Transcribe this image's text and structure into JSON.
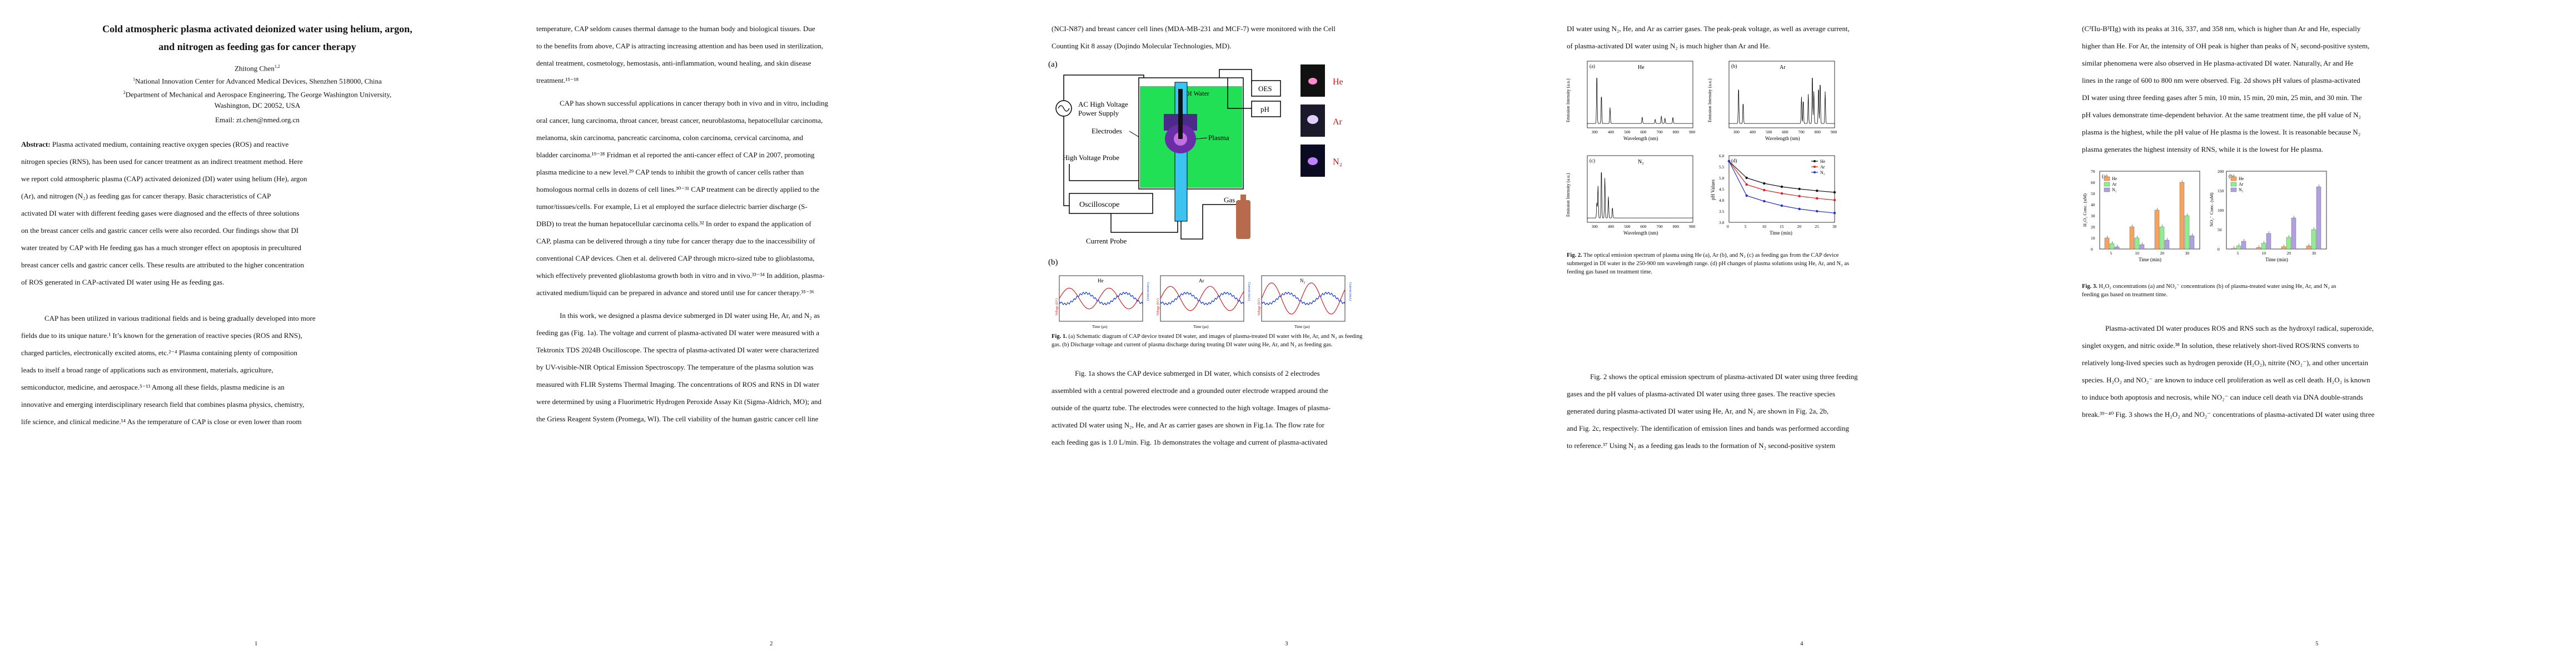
{
  "page1": {
    "title_line1": "Cold atmospheric plasma activated deionized water using helium, argon,",
    "title_line2": "and nitrogen as feeding gas for cancer therapy",
    "author": "Zhitong Chen",
    "affil1": "National Innovation Center for Advanced Medical Devices, Shenzhen 518000, China",
    "affil2": "Department of Mechanical and Aerospace Engineering, The George Washington University,",
    "affil2b": "Washington, DC 20052, USA",
    "email": "Email: zt.chen@nmed.org.cn",
    "abstract_label": "Abstract:",
    "abstract_lines": [
      "Plasma activated medium, containing reactive oxygen species (ROS) and reactive",
      "nitrogen species (RNS), has been used for cancer treatment as an indirect treatment method. Here",
      "we report cold atmospheric plasma (CAP) activated deionized (DI) water using helium (He), argon",
      "(Ar), and nitrogen (N₂) as feeding gas for cancer therapy. Basic characteristics of CAP",
      "activated DI water with different feeding gases were diagnosed and the effects of three solutions",
      "on the breast cancer cells and gastric cancer cells were also recorded. Our findings show that DI",
      "water treated by CAP with He feeding gas has a much stronger effect on apoptosis in precultured",
      "breast cancer cells and gastric cancer cells. These results are attributed to the higher concentration",
      "of ROS generated in CAP-activated DI water using He as feeding gas."
    ],
    "body_lines": [
      "CAP has been utilized in various traditional fields and is being gradually developed into more",
      "fields due to its unique nature.¹ It’s known for the generation of reactive species (ROS and RNS),",
      "charged particles, electronically excited atoms, etc.²⁻⁴ Plasma containing plenty of composition",
      "leads to itself a broad range of applications such as environment, materials, agriculture,",
      "semiconductor, medicine, and aerospace.⁵⁻¹³ Among all these fields, plasma medicine is an",
      "innovative and emerging interdisciplinary research field that combines plasma physics, chemistry,",
      "life science, and clinical medicine.¹⁴ As the temperature of CAP is close or even lower than room"
    ],
    "num": "1"
  },
  "page2": {
    "lines_a": [
      "temperature, CAP seldom causes thermal damage to the human body and biological tissues. Due",
      "to the benefits from above, CAP is attracting increasing attention and has been used in sterilization,",
      "dental treatment, cosmetology, hemostasis, anti-inflammation, wound healing, and skin disease",
      "treatment.¹⁵⁻¹⁸"
    ],
    "lines_b": [
      "CAP has shown successful applications in cancer therapy both in vivo and in vitro, including",
      "oral cancer, lung carcinoma, throat cancer, breast cancer, neuroblastoma, hepatocellular carcinoma,",
      "melanoma, skin carcinoma, pancreatic carcinoma, colon carcinoma, cervical carcinoma, and",
      "bladder carcinoma.¹⁹⁻²⁸ Fridman et al reported the anti-cancer effect of CAP in 2007, promoting",
      "plasma medicine to a new level.²⁹ CAP tends to inhibit the growth of cancer cells rather than",
      "homologous normal cells in dozens of cell lines.³⁰⁻³¹ CAP treatment can be directly applied to the",
      "tumor/tissues/cells. For example, Li et al employed the surface dielectric barrier discharge (S-",
      "DBD) to treat the human hepatocellular carcinoma cells.³² In order to expand the application of",
      "CAP, plasma can be delivered through a tiny tube for cancer therapy due to the inaccessibility of",
      "conventional CAP devices. Chen et al. delivered CAP through micro-sized tube to glioblastoma,",
      "which effectively prevented glioblastoma growth both in vitro and in vivo.³³⁻³⁴ In addition, plasma-",
      "activated medium/liquid can be prepared in advance and stored until use for cancer therapy.³⁵⁻³⁶"
    ],
    "lines_c": [
      "In this work, we designed a plasma device submerged in DI water using He, Ar, and N₂ as",
      "feeding gas (Fig. 1a). The voltage and current of plasma-activated DI water were measured with a",
      "Tektronix TDS 2024B Oscilloscope. The spectra of plasma-activated DI water were characterized",
      "by UV-visible-NIR Optical Emission Spectroscopy. The temperature of the plasma solution was",
      "measured with FLIR Systems Thermal Imaging. The concentrations of ROS and RNS in DI water",
      "were determined by using a Fluorimetric Hydrogen Peroxide Assay Kit (Sigma-Aldrich, MO); and",
      "the Griess Reagent System (Promega, WI). The cell viability of the human gastric cancer cell line"
    ],
    "num": "2"
  },
  "page3": {
    "top_lines": [
      "(NCI-N87) and breast cancer cell lines (MDA-MB-231 and MCF-7) were monitored with the Cell",
      "Counting Kit 8 assay (Dojindo Molecular Technologies, MD)."
    ],
    "fig_a": "(a)",
    "fig_b": "(b)",
    "ac_label1": "AC High Voltage",
    "ac_label2": "Power Supply",
    "electrodes": "Electrodes",
    "hv_probe": "High Voltage Probe",
    "oscilloscope": "Oscilloscope",
    "current_probe": "Current Probe",
    "di_water": "DI Water",
    "oes": "OES",
    "ph": "pH",
    "plasma": "Plasma",
    "gas": "Gas",
    "gas_he": "He",
    "gas_ar": "Ar",
    "gas_n2": "N₂",
    "wave_labels": [
      "He",
      "Ar",
      "N₂"
    ],
    "wave_xlabel": "Time (μs)",
    "wave_ylabel_v": "Voltage (kV)",
    "wave_ylabel_i": "Current (mA)",
    "caption": "(a) Schematic diagram of CAP device treated DI water, and images of plasma-treated DI water with He, Ar, and N₂ as feeding gas. (b) Discharge voltage and current of plasma discharge during treating DI water using He, Ar, and N₂ as feeding gas.",
    "caption_label": "Fig. 1.",
    "bottom_lines": [
      "Fig. 1a shows the CAP device submerged in DI water, which consists of 2 electrodes",
      "assembled with a central powered electrode and a grounded outer electrode wrapped around the",
      "outside of the quartz tube. The electrodes were connected to the high voltage. Images of plasma-",
      "activated DI water using N₂, He, and Ar as carrier gases are shown in Fig.1a. The flow rate for",
      "each feeding gas is 1.0 L/min. Fig. 1b demonstrates the voltage and current of plasma-activated"
    ],
    "num": "3"
  },
  "page4": {
    "top_lines": [
      "DI water using N₂, He, and Ar as carrier gases. The peak-peak voltage, as well as average current,",
      "of plasma-activated DI water using N₂ is much higher than Ar and He."
    ],
    "spec_titles": [
      "He",
      "Ar",
      "N₂"
    ],
    "spec_letters": [
      "(a)",
      "(b)",
      "(c)",
      "(d)"
    ],
    "spec_ylabel": "Emission Intensity (a.u.)",
    "spec_xlabel": "Wavelength (nm)",
    "ph_ylabel": "pH Values",
    "ph_xlabel": "Time (min)",
    "caption_label": "Fig. 2.",
    "caption": "The optical emission spectrum of plasma using He (a), Ar (b), and N₂ (c) as feeding gas from the CAP device submerged in DI water in the 250-900 nm wavelength range. (d) pH changes of plasma solutions using He, Ar, and N₂ as feeding gas based on treatment time.",
    "bottom_lines": [
      "Fig. 2 shows the optical emission spectrum of plasma-activated DI water using three feeding",
      "gases and the pH values of plasma-activated DI water using three gases. The reactive species",
      "generated during plasma-activated DI water using He, Ar, and N₂ are shown in Fig. 2a, 2b,",
      "and Fig. 2c, respectively. The identification of emission lines and bands was performed according",
      "to reference.³⁷ Using N₂ as a feeding gas leads to the formation of N₂ second-positive system"
    ],
    "num": "4"
  },
  "page5": {
    "top_lines": [
      "(C³Πu-B³Πg) with its peaks at 316, 337, and 358 nm, which is higher than Ar and He, especially",
      "higher than He. For Ar, the intensity of OH peak is higher than peaks of N₂ second-positive system,",
      "similar phenomena were also observed in He plasma-activated DI water. Naturally, Ar and He",
      "lines in the range of 600 to 800 nm were observed. Fig. 2d shows pH values of plasma-activated",
      "DI water using three feeding gases after 5 min, 10 min, 15 min, 20 min, 25 min, and 30 min. The",
      "pH values demonstrate time-dependent behavior. At the same treatment time, the pH value of N₂",
      "plasma is the highest, while the pH value of He plasma is the lowest. It is reasonable because N₂",
      "plasma generates the highest intensity of RNS, while it is the lowest for He plasma."
    ],
    "bar_a_ylabel": "H₂O₂ Conc. (uM)",
    "bar_b_ylabel": "NO₂⁻ Conc. (uM)",
    "bar_xlabel": "Time (min)",
    "caption_label": "Fig. 3.",
    "caption": "H₂O₂ concentrations (a) and NO₂⁻ concentrations (b) of plasma-treated water using He, Ar, and N₂ as feeding gas based on treatment time.",
    "bottom_lines": [
      "Plasma-activated DI water produces ROS and RNS such as the hydroxyl radical, superoxide,",
      "singlet oxygen, and nitric oxide.³⁸ In solution, these relatively short-lived ROS/RNS converts to",
      "relatively long-lived species such as hydrogen peroxide (H₂O₂), nitrite (NO₂⁻), and other uncertain",
      "species. H₂O₂ and NO₂⁻ are known to induce cell proliferation as well as cell death. H₂O₂ is known",
      "to induce both apoptosis and necrosis, while NO₂⁻ can induce cell death via DNA double-strands",
      "break.³⁹⁻⁴⁰ Fig. 3 shows the H₂O₂ and NO₂⁻ concentrations of plasma-activated DI water using three"
    ],
    "num": "5"
  },
  "chart_data": [
    {
      "type": "line",
      "title": "(d)",
      "xlabel": "Time (min)",
      "ylabel": "pH Values",
      "x": [
        0,
        5,
        10,
        15,
        20,
        25,
        30
      ],
      "xlim": [
        0,
        30
      ],
      "ylim": [
        3.0,
        6.0
      ],
      "series": [
        {
          "name": "He",
          "color": "#111111",
          "values": [
            5.75,
            5.0,
            4.75,
            4.6,
            4.5,
            4.42,
            4.35
          ]
        },
        {
          "name": "Ar",
          "color": "#e02020",
          "values": [
            5.75,
            4.7,
            4.45,
            4.3,
            4.18,
            4.08,
            4.0
          ]
        },
        {
          "name": "N₂",
          "color": "#2233cc",
          "values": [
            5.75,
            4.2,
            3.95,
            3.75,
            3.6,
            3.5,
            3.42
          ]
        }
      ]
    },
    {
      "type": "bar",
      "title": "(a)",
      "xlabel": "Time (min)",
      "ylabel": "H₂O₂ Conc. (uM)",
      "categories": [
        "5",
        "10",
        "20",
        "30"
      ],
      "ylim": [
        0,
        70
      ],
      "series": [
        {
          "name": "He",
          "color": "#f4a460",
          "values": [
            10,
            20,
            35,
            60
          ]
        },
        {
          "name": "Ar",
          "color": "#90ee90",
          "values": [
            5,
            10,
            20,
            30
          ]
        },
        {
          "name": "N₂",
          "color": "#b0a0e0",
          "values": [
            2,
            4,
            8,
            12
          ]
        }
      ]
    },
    {
      "type": "bar",
      "title": "(b)",
      "xlabel": "Time (min)",
      "ylabel": "NO₂⁻ Conc. (uM)",
      "categories": [
        "5",
        "10",
        "20",
        "30"
      ],
      "ylim": [
        0,
        200
      ],
      "series": [
        {
          "name": "He",
          "color": "#f4a460",
          "values": [
            2,
            4,
            6,
            8
          ]
        },
        {
          "name": "Ar",
          "color": "#90ee90",
          "values": [
            8,
            15,
            30,
            50
          ]
        },
        {
          "name": "N₂",
          "color": "#b0a0e0",
          "values": [
            20,
            40,
            80,
            160
          ]
        }
      ]
    }
  ]
}
